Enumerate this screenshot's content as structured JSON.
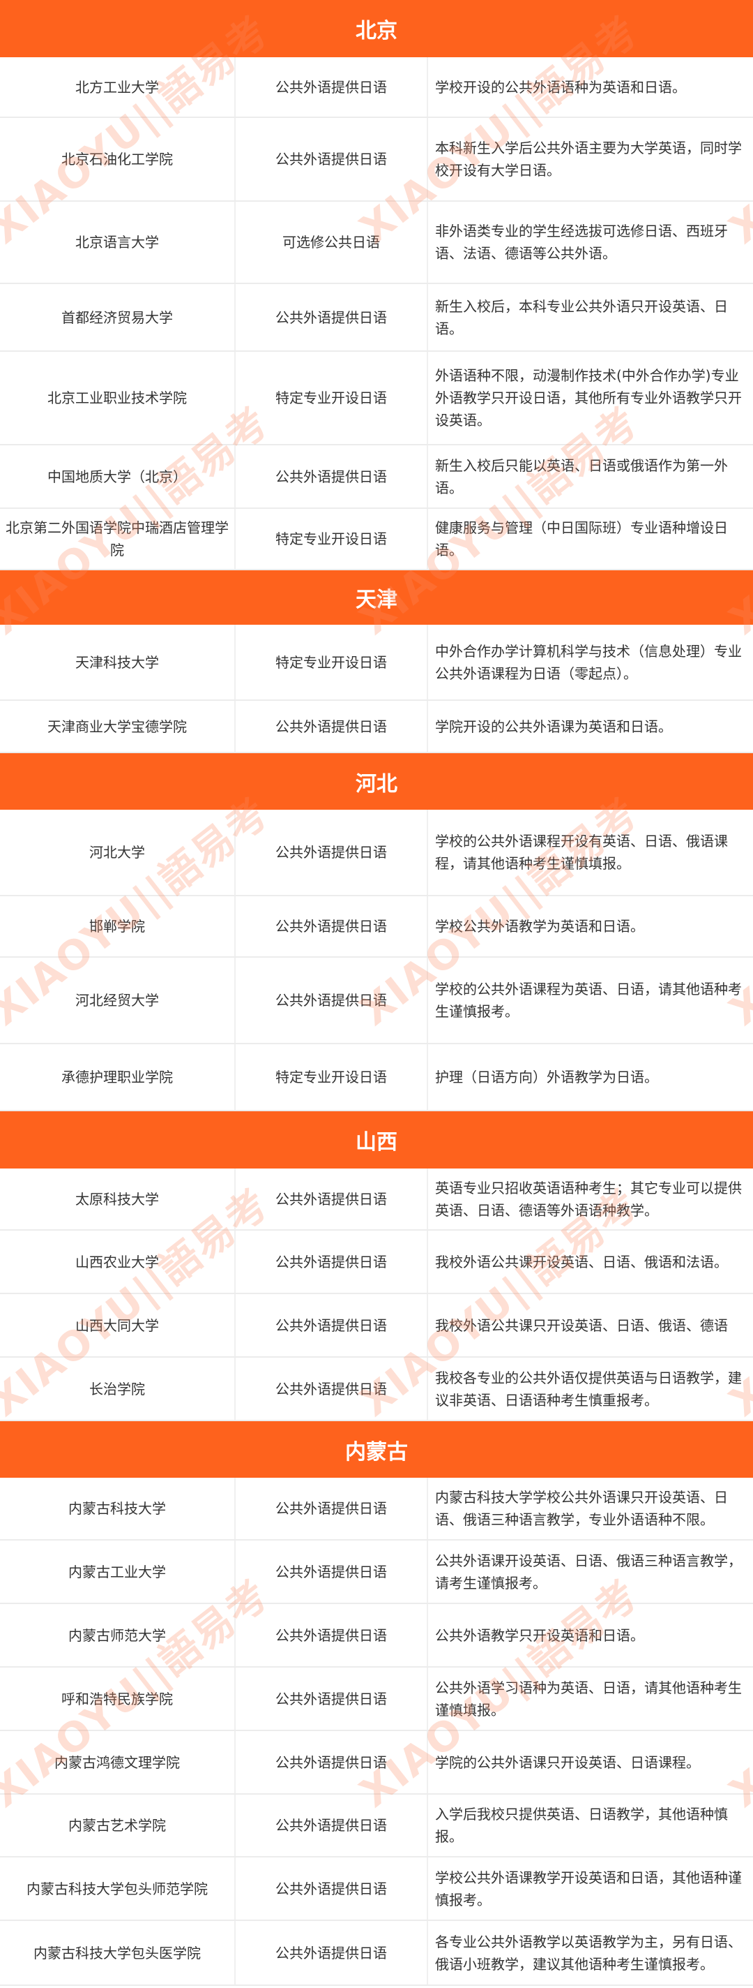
{
  "watermark": "XIAOYU||語易考",
  "sections": [
    {
      "title": "北京",
      "rows": [
        {
          "school": "北方工业大学",
          "type": "公共外语提供日语",
          "note": "学校开设的公共外语语种为英语和日语。"
        },
        {
          "school": "北京石油化工学院",
          "type": "公共外语提供日语",
          "note": "本科新生入学后公共外语主要为大学英语，同时学校开设有大学日语。"
        },
        {
          "school": "北京语言大学",
          "type": "可选修公共日语",
          "note": "非外语类专业的学生经选拔可选修日语、西班牙语、法语、德语等公共外语。"
        },
        {
          "school": "首都经济贸易大学",
          "type": "公共外语提供日语",
          "note": "新生入校后，本科专业公共外语只开设英语、日语。"
        },
        {
          "school": "北京工业职业技术学院",
          "type": "特定专业开设日语",
          "note": "外语语种不限，动漫制作技术(中外合作办学)专业外语教学只开设日语，其他所有专业外语教学只开设英语。"
        },
        {
          "school": "中国地质大学（北京）",
          "type": "公共外语提供日语",
          "note": "新生入校后只能以英语、日语或俄语作为第一外语。"
        },
        {
          "school": "北京第二外国语学院中瑞酒店管理学院",
          "type": "特定专业开设日语",
          "note": "健康服务与管理（中日国际班）专业语种增设日语。"
        }
      ]
    },
    {
      "title": "天津",
      "rows": [
        {
          "school": "天津科技大学",
          "type": "特定专业开设日语",
          "note": "中外合作办学计算机科学与技术（信息处理）专业公共外语课程为日语（零起点）。"
        },
        {
          "school": "天津商业大学宝德学院",
          "type": "公共外语提供日语",
          "note": "学院开设的公共外语课为英语和日语。"
        }
      ]
    },
    {
      "title": "河北",
      "rows": [
        {
          "school": "河北大学",
          "type": "公共外语提供日语",
          "note": "学校的公共外语课程开设有英语、日语、俄语课程，请其他语种考生谨慎填报。"
        },
        {
          "school": "邯郸学院",
          "type": "公共外语提供日语",
          "note": "学校公共外语教学为英语和日语。"
        },
        {
          "school": "河北经贸大学",
          "type": "公共外语提供日语",
          "note": "学校的公共外语课程为英语、日语，请其他语种考生谨慎报考。"
        },
        {
          "school": "承德护理职业学院",
          "type": "特定专业开设日语",
          "note": "护理（日语方向）外语教学为日语。"
        }
      ]
    },
    {
      "title": "山西",
      "rows": [
        {
          "school": "太原科技大学",
          "type": "公共外语提供日语",
          "note": "英语专业只招收英语语种考生；其它专业可以提供英语、日语、德语等外语语种教学。"
        },
        {
          "school": "山西农业大学",
          "type": "公共外语提供日语",
          "note": "我校外语公共课开设英语、日语、俄语和法语。"
        },
        {
          "school": "山西大同大学",
          "type": "公共外语提供日语",
          "note": "我校外语公共课只开设英语、日语、俄语、德语"
        },
        {
          "school": "长治学院",
          "type": "公共外语提供日语",
          "note": "我校各专业的公共外语仅提供英语与日语教学，建议非英语、日语语种考生慎重报考。"
        }
      ]
    },
    {
      "title": "内蒙古",
      "rows": [
        {
          "school": "内蒙古科技大学",
          "type": "公共外语提供日语",
          "note": "内蒙古科技大学学校公共外语课只开设英语、日语、俄语三种语言教学，专业外语语种不限。"
        },
        {
          "school": "内蒙古工业大学",
          "type": "公共外语提供日语",
          "note": "公共外语课开设英语、日语、俄语三种语言教学，请考生谨慎报考。"
        },
        {
          "school": "内蒙古师范大学",
          "type": "公共外语提供日语",
          "note": "公共外语教学只开设英语和日语。"
        },
        {
          "school": "呼和浩特民族学院",
          "type": "公共外语提供日语",
          "note": "公共外语学习语种为英语、日语，请其他语种考生谨慎填报。"
        },
        {
          "school": "内蒙古鸿德文理学院",
          "type": "公共外语提供日语",
          "note": "学院的公共外语课只开设英语、日语课程。"
        },
        {
          "school": "内蒙古艺术学院",
          "type": "公共外语提供日语",
          "note": "入学后我校只提供英语、日语教学，其他语种慎报。"
        },
        {
          "school": "内蒙古科技大学包头师范学院",
          "type": "公共外语提供日语",
          "note": "学校公共外语课教学开设英语和日语，其他语种谨慎报考。"
        },
        {
          "school": "内蒙古科技大学包头医学院",
          "type": "公共外语提供日语",
          "note": "各专业公共外语教学以英语教学为主，另有日语、俄语小班教学，建议其他语种考生谨慎报考。"
        }
      ]
    }
  ]
}
